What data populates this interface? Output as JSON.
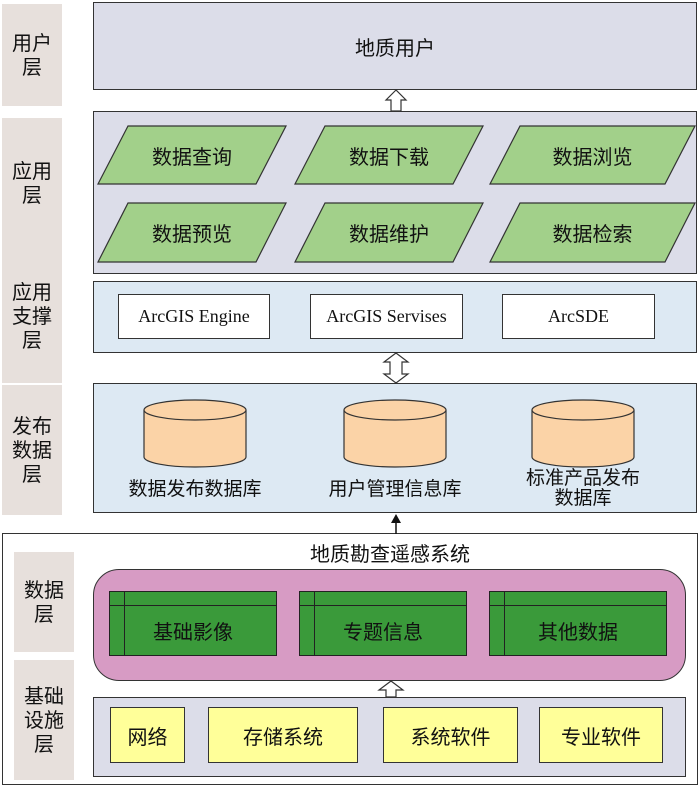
{
  "layers": {
    "user": "用户\n层",
    "application": "应用\n层",
    "app_support": "应用\n支撑\n层",
    "publish_db": "发布\n数据\n层",
    "data": "数据\n层",
    "infrastructure": "基础\n设施\n层"
  },
  "user_layer": {
    "title": "地质用户"
  },
  "application_layer": {
    "items": [
      "数据查询",
      "数据下载",
      "数据浏览",
      "数据预览",
      "数据维护",
      "数据检索"
    ]
  },
  "support_layer": {
    "items": [
      "ArcGIS Engine",
      "ArcGIS Servises",
      "ArcSDE"
    ]
  },
  "publish_layer": {
    "databases": [
      "数据发布数据库",
      "用户管理信息库",
      "标准产品发布\n数据库"
    ]
  },
  "system": {
    "title": "地质勘查遥感系统",
    "data_items": [
      "基础影像",
      "专题信息",
      "其他数据"
    ],
    "infra_items": [
      "网络",
      "存储系统",
      "系统软件",
      "专业软件"
    ]
  },
  "colors": {
    "layer_label_bg": "#e7e0dc",
    "panel_blue": "#dde9f3",
    "panel_gray": "#dcdde9",
    "parallelogram_green": "#a2d08a",
    "database_fill": "#fbd3a7",
    "data_container_pink": "#d79bc4",
    "table_green": "#3a9a3a",
    "infra_yellow": "#ffff99"
  }
}
